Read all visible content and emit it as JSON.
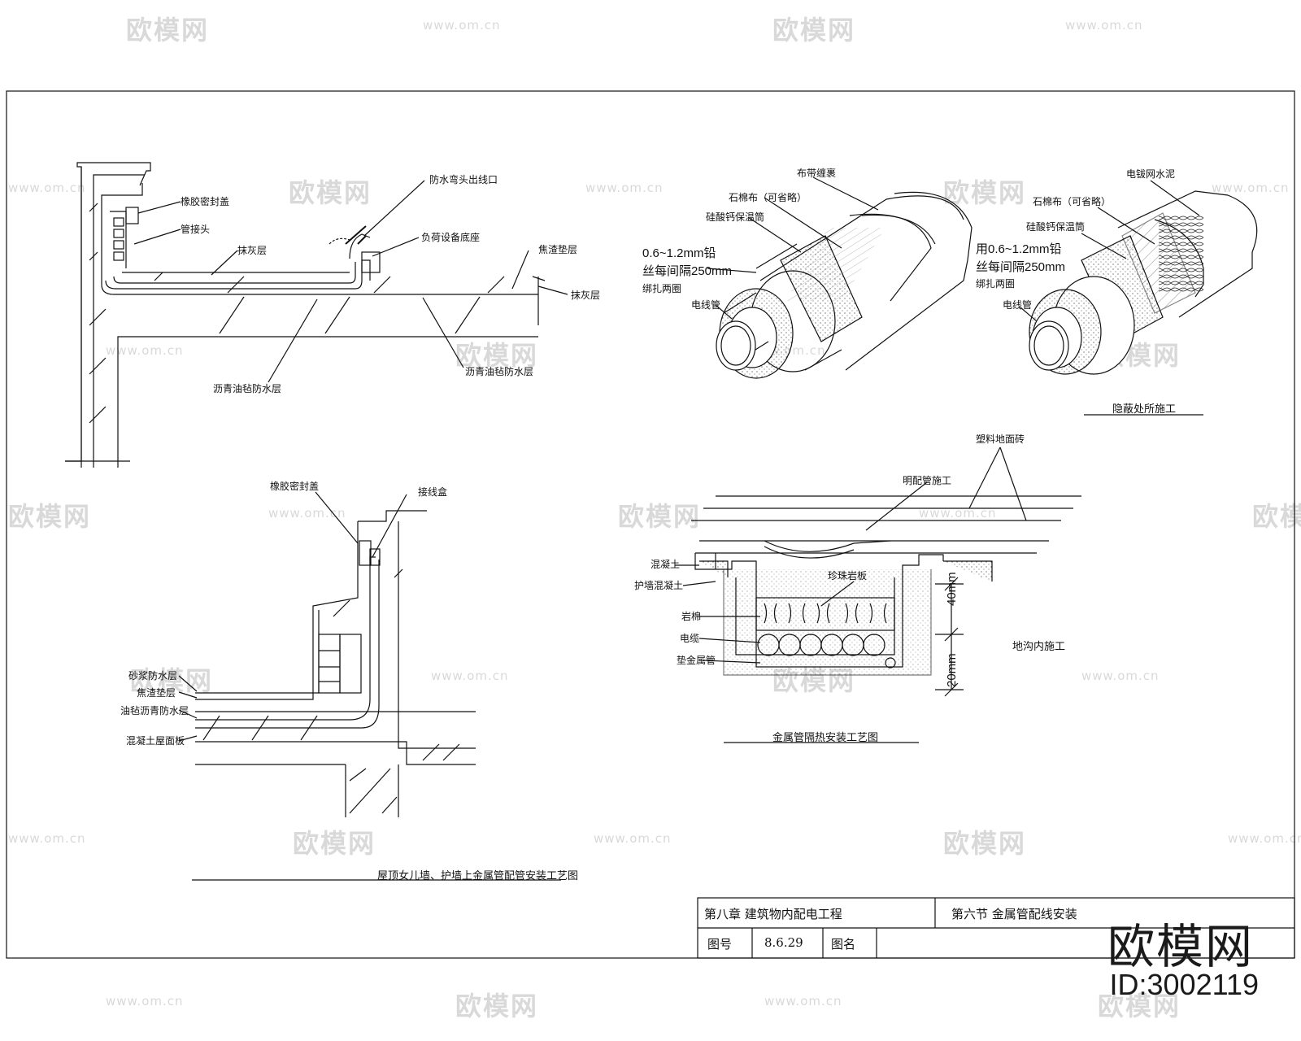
{
  "watermark": {
    "logo_text": "欧模网",
    "url_text": "www.om.cn"
  },
  "drawing1": {
    "labels": {
      "rubber_cap": "橡胶密封盖",
      "pipe_head": "管接头",
      "plaster": "抹灰层",
      "waterproof_bend": "防水弯头出线口",
      "equipment_base": "负荷设备底座",
      "cinder_layer": "焦渣垫层",
      "plaster_right": "抹灰层",
      "asphalt_left": "沥青油毡防水层",
      "asphalt_right": "沥青油毡防水层"
    }
  },
  "drawing2": {
    "labels": {
      "rubber_cap": "橡胶密封盖",
      "junction_box": "接线盒",
      "sand_layer": "砂浆防水层",
      "cinder_layer": "焦渣垫层",
      "felt_layer": "油毡沥青防水层",
      "concrete_slab": "混凝土屋面板"
    },
    "caption": "屋顶女儿墙、护墙上金属管配管安装工艺图"
  },
  "drawing3": {
    "labels": {
      "cloth_tape": "布带缠裹",
      "cotton_cloth": "石棉布（可省略）",
      "silicate": "硅酸钙保温筒",
      "wire_note_1": "0.6~1.2mm铅",
      "wire_note_2": "丝每间隔250mm",
      "wire_note_3": "绑扎两圈",
      "conduit": "电线管"
    }
  },
  "drawing4": {
    "labels": {
      "mesh_cement": "电钹网水泥",
      "cotton_cloth": "石棉布（可省略）",
      "silicate": "硅酸钙保温筒",
      "wire_note_1": "用0.6~1.2mm铅",
      "wire_note_2": "丝每间隔250mm",
      "wire_note_3": "绑扎两圈",
      "conduit": "电线管"
    },
    "caption": "隐蔽处所施工"
  },
  "drawing5": {
    "labels": {
      "plastic_tile": "塑料地面砖",
      "exposed_conduit": "明配管施工",
      "concrete": "混凝土",
      "protective_concrete": "护墙混凝土",
      "perlite_board": "珍珠岩板",
      "rock_wool": "岩棉",
      "cable": "电缆",
      "metal_pipe": "垫金属管",
      "dim_40": "40mm",
      "dim_20": "20mm",
      "trench": "地沟内施工"
    },
    "caption": "金属管隔热安装工艺图"
  },
  "title_block": {
    "chapter": "第八章   建筑物内配电工程",
    "section": "第六节   金属管配线安装",
    "id_label": "图号",
    "id_value": "8.6.29",
    "name_label": "图名"
  },
  "brand": {
    "name": "欧模网",
    "id": "ID:3002119"
  }
}
